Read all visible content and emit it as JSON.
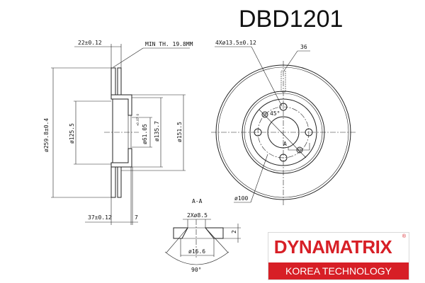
{
  "part_number": "DBD1201",
  "side_view": {
    "thickness": "22±0.12",
    "min_thickness": "MIN TH. 19.8MM",
    "outer_diameter": "ø259.8±0.4",
    "inner_diameter": "ø125.5",
    "center_bore": "ø61.05",
    "center_bore_tol": "+0.07 0",
    "hub_diameter": "ø135.7",
    "hat_diameter": "ø151.5",
    "height": "37±0.12",
    "hub_thickness": "7"
  },
  "front_view": {
    "bolt_holes": "4Xø13.5±0.12",
    "vanes": "36",
    "angle": "45°",
    "pcd": "ø100",
    "section_marker": "A"
  },
  "section": {
    "title": "A-A",
    "holes": "2Xø8.5",
    "countersink_diameter": "ø16.6",
    "depth": "2",
    "angle": "90°"
  },
  "logo": {
    "brand": "DYNAMATRIX",
    "registered": "®",
    "tagline": "KOREA TECHNOLOGY",
    "color": "#d71f26"
  }
}
